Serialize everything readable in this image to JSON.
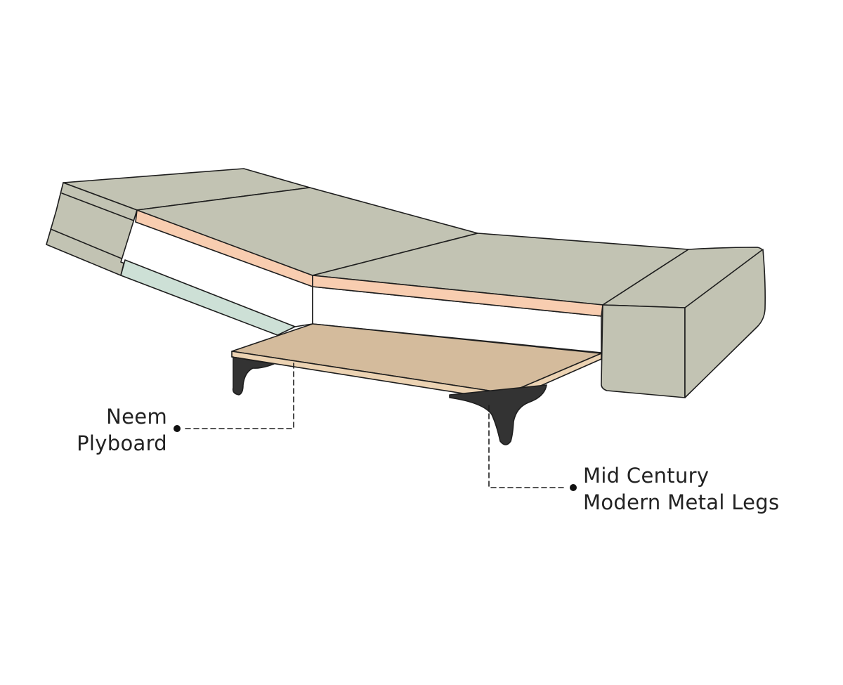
{
  "callouts": {
    "plyboard": {
      "line1": "Neem",
      "line2": "Plyboard"
    },
    "legs": {
      "line1": "Mid Century",
      "line2": "Modern Metal Legs"
    }
  },
  "colors": {
    "fabric": "#c2c3b3",
    "foam_peach": "#f8cdb0",
    "foam_mint": "#cde0d6",
    "plyboard": "#d4bb9c",
    "plyboard_edge": "#ecd3b3",
    "leg": "#333333",
    "outline": "#1e1e1e"
  }
}
